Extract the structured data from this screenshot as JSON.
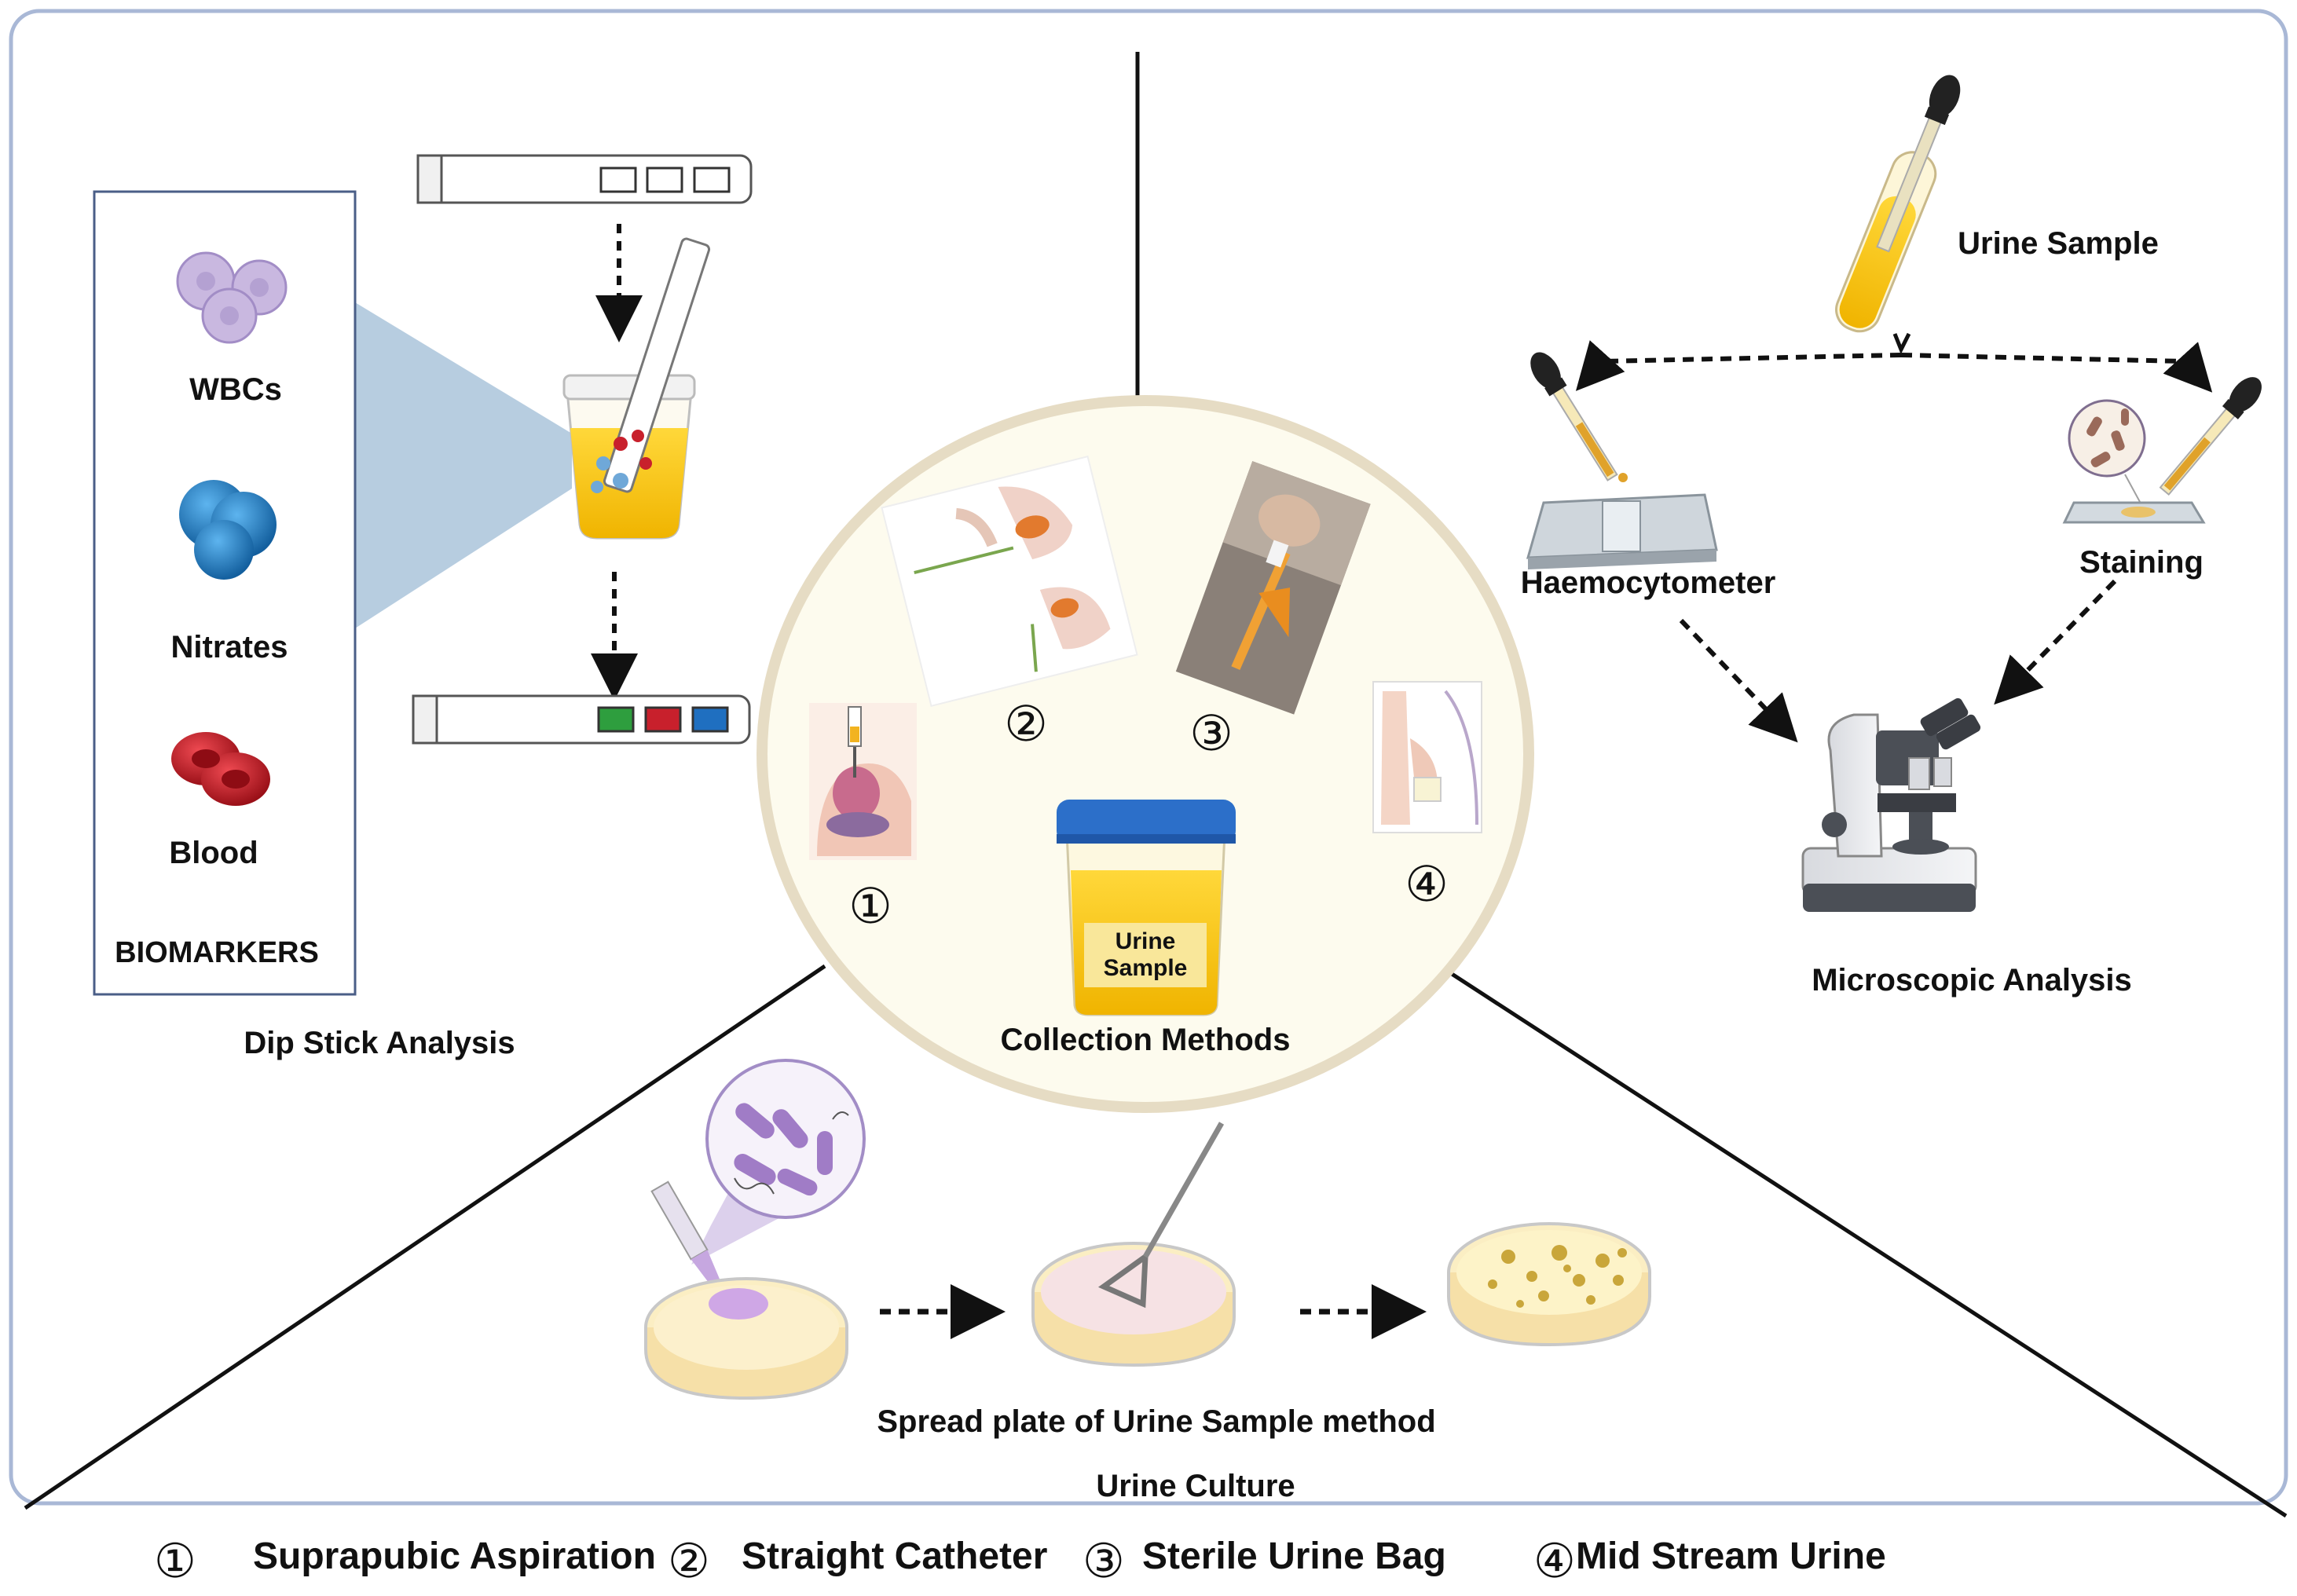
{
  "collection": {
    "title": "Collection Methods",
    "cup_label_line1": "Urine",
    "cup_label_line2": "Sample",
    "method_numbers": [
      "①",
      "②",
      "③",
      "④"
    ]
  },
  "dipstick": {
    "title": "Dip Stick Analysis",
    "biomarkers_title": "BIOMARKERS",
    "markers": [
      {
        "name": "WBCs",
        "color": "#c9b8e0"
      },
      {
        "name": "Nitrates",
        "color": "#1f7fc4"
      },
      {
        "name": "Blood",
        "color": "#c8202c"
      }
    ],
    "pad_colors": [
      "#2e9e3e",
      "#c8202c",
      "#1f6fc0"
    ]
  },
  "microscopy": {
    "sample_label": "Urine Sample",
    "haemocytometer_label": "Haemocytometer",
    "staining_label": "Staining",
    "title": "Microscopic Analysis"
  },
  "culture": {
    "method_label": "Spread plate of Urine Sample method",
    "title": "Urine Culture"
  },
  "legend": [
    {
      "num": "①",
      "label": "Suprapubic Aspiration"
    },
    {
      "num": "②",
      "label": "Straight Catheter"
    },
    {
      "num": "③",
      "label": "Sterile Urine Bag"
    },
    {
      "num": "④",
      "label": "Mid Stream Urine"
    }
  ],
  "colors": {
    "frame": "#a9b8d6",
    "circle_fill": "#fdfbee",
    "circle_ring": "#e6dcc4",
    "urine": "#f2c418",
    "cone": "#b7cde0"
  }
}
